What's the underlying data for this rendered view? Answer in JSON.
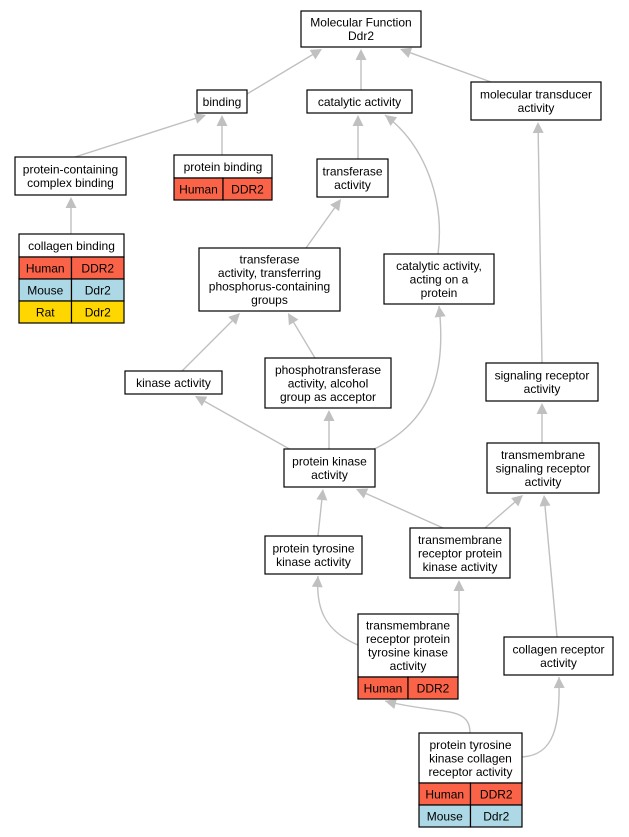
{
  "diagram": {
    "colors": {
      "human": "#fa6347",
      "mouse": "#add8e6",
      "rat": "#ffd700",
      "edge": "#c0c0c0"
    },
    "nodes": [
      {
        "id": "molecular-function",
        "lines": [
          "Molecular Function",
          "Ddr2"
        ],
        "annotations": []
      },
      {
        "id": "binding",
        "lines": [
          "binding"
        ],
        "annotations": []
      },
      {
        "id": "catalytic-activity",
        "lines": [
          "catalytic activity"
        ],
        "annotations": []
      },
      {
        "id": "molecular-transducer-activity",
        "lines": [
          "molecular transducer",
          "activity"
        ],
        "annotations": []
      },
      {
        "id": "protein-containing-complex-binding",
        "lines": [
          "protein-containing",
          "complex binding"
        ],
        "annotations": []
      },
      {
        "id": "protein-binding",
        "lines": [
          "protein binding"
        ],
        "annotations": [
          {
            "species": "Human",
            "gene": "DDR2",
            "color": "human"
          }
        ]
      },
      {
        "id": "transferase-activity",
        "lines": [
          "transferase",
          "activity"
        ],
        "annotations": []
      },
      {
        "id": "collagen-binding",
        "lines": [
          "collagen binding"
        ],
        "annotations": [
          {
            "species": "Human",
            "gene": "DDR2",
            "color": "human"
          },
          {
            "species": "Mouse",
            "gene": "Ddr2",
            "color": "mouse"
          },
          {
            "species": "Rat",
            "gene": "Ddr2",
            "color": "rat"
          }
        ]
      },
      {
        "id": "transferase-activity-transferring-phosphorus",
        "lines": [
          "transferase",
          "activity, transferring",
          "phosphorus-containing",
          "groups"
        ],
        "annotations": []
      },
      {
        "id": "catalytic-activity-acting-on-a-protein",
        "lines": [
          "catalytic activity,",
          "acting on a",
          "protein"
        ],
        "annotations": []
      },
      {
        "id": "kinase-activity",
        "lines": [
          "kinase activity"
        ],
        "annotations": []
      },
      {
        "id": "phosphotransferase-activity",
        "lines": [
          "phosphotransferase",
          "activity, alcohol",
          "group as acceptor"
        ],
        "annotations": []
      },
      {
        "id": "signaling-receptor-activity",
        "lines": [
          "signaling receptor",
          "activity"
        ],
        "annotations": []
      },
      {
        "id": "protein-kinase-activity",
        "lines": [
          "protein kinase",
          "activity"
        ],
        "annotations": []
      },
      {
        "id": "transmembrane-signaling-receptor-activity",
        "lines": [
          "transmembrane",
          "signaling receptor",
          "activity"
        ],
        "annotations": []
      },
      {
        "id": "protein-tyrosine-kinase-activity",
        "lines": [
          "protein tyrosine",
          "kinase activity"
        ],
        "annotations": []
      },
      {
        "id": "transmembrane-receptor-protein-kinase-activity",
        "lines": [
          "transmembrane",
          "receptor protein",
          "kinase activity"
        ],
        "annotations": []
      },
      {
        "id": "transmembrane-receptor-protein-tyrosine-kinase-activity",
        "lines": [
          "transmembrane",
          "receptor protein",
          "tyrosine kinase",
          "activity"
        ],
        "annotations": [
          {
            "species": "Human",
            "gene": "DDR2",
            "color": "human"
          }
        ]
      },
      {
        "id": "collagen-receptor-activity",
        "lines": [
          "collagen receptor",
          "activity"
        ],
        "annotations": []
      },
      {
        "id": "protein-tyrosine-kinase-collagen-receptor-activity",
        "lines": [
          "protein tyrosine",
          "kinase collagen",
          "receptor activity"
        ],
        "annotations": [
          {
            "species": "Human",
            "gene": "DDR2",
            "color": "human"
          },
          {
            "species": "Mouse",
            "gene": "Ddr2",
            "color": "mouse"
          }
        ]
      }
    ],
    "edges": [
      {
        "from": "binding",
        "to": "molecular-function"
      },
      {
        "from": "catalytic-activity",
        "to": "molecular-function"
      },
      {
        "from": "molecular-transducer-activity",
        "to": "molecular-function"
      },
      {
        "from": "protein-containing-complex-binding",
        "to": "binding"
      },
      {
        "from": "protein-binding",
        "to": "binding"
      },
      {
        "from": "transferase-activity",
        "to": "catalytic-activity"
      },
      {
        "from": "catalytic-activity-acting-on-a-protein",
        "to": "catalytic-activity"
      },
      {
        "from": "collagen-binding",
        "to": "protein-containing-complex-binding"
      },
      {
        "from": "transferase-activity-transferring-phosphorus",
        "to": "transferase-activity"
      },
      {
        "from": "kinase-activity",
        "to": "transferase-activity-transferring-phosphorus"
      },
      {
        "from": "phosphotransferase-activity",
        "to": "transferase-activity-transferring-phosphorus"
      },
      {
        "from": "protein-kinase-activity",
        "to": "kinase-activity"
      },
      {
        "from": "protein-kinase-activity",
        "to": "phosphotransferase-activity"
      },
      {
        "from": "protein-kinase-activity",
        "to": "catalytic-activity-acting-on-a-protein"
      },
      {
        "from": "signaling-receptor-activity",
        "to": "molecular-transducer-activity"
      },
      {
        "from": "transmembrane-signaling-receptor-activity",
        "to": "signaling-receptor-activity"
      },
      {
        "from": "protein-tyrosine-kinase-activity",
        "to": "protein-kinase-activity"
      },
      {
        "from": "transmembrane-receptor-protein-kinase-activity",
        "to": "protein-kinase-activity"
      },
      {
        "from": "transmembrane-receptor-protein-kinase-activity",
        "to": "transmembrane-signaling-receptor-activity"
      },
      {
        "from": "transmembrane-receptor-protein-tyrosine-kinase-activity",
        "to": "protein-tyrosine-kinase-activity"
      },
      {
        "from": "transmembrane-receptor-protein-tyrosine-kinase-activity",
        "to": "transmembrane-receptor-protein-kinase-activity"
      },
      {
        "from": "collagen-receptor-activity",
        "to": "transmembrane-signaling-receptor-activity"
      },
      {
        "from": "protein-tyrosine-kinase-collagen-receptor-activity",
        "to": "transmembrane-receptor-protein-tyrosine-kinase-activity"
      },
      {
        "from": "protein-tyrosine-kinase-collagen-receptor-activity",
        "to": "collagen-receptor-activity"
      }
    ]
  }
}
